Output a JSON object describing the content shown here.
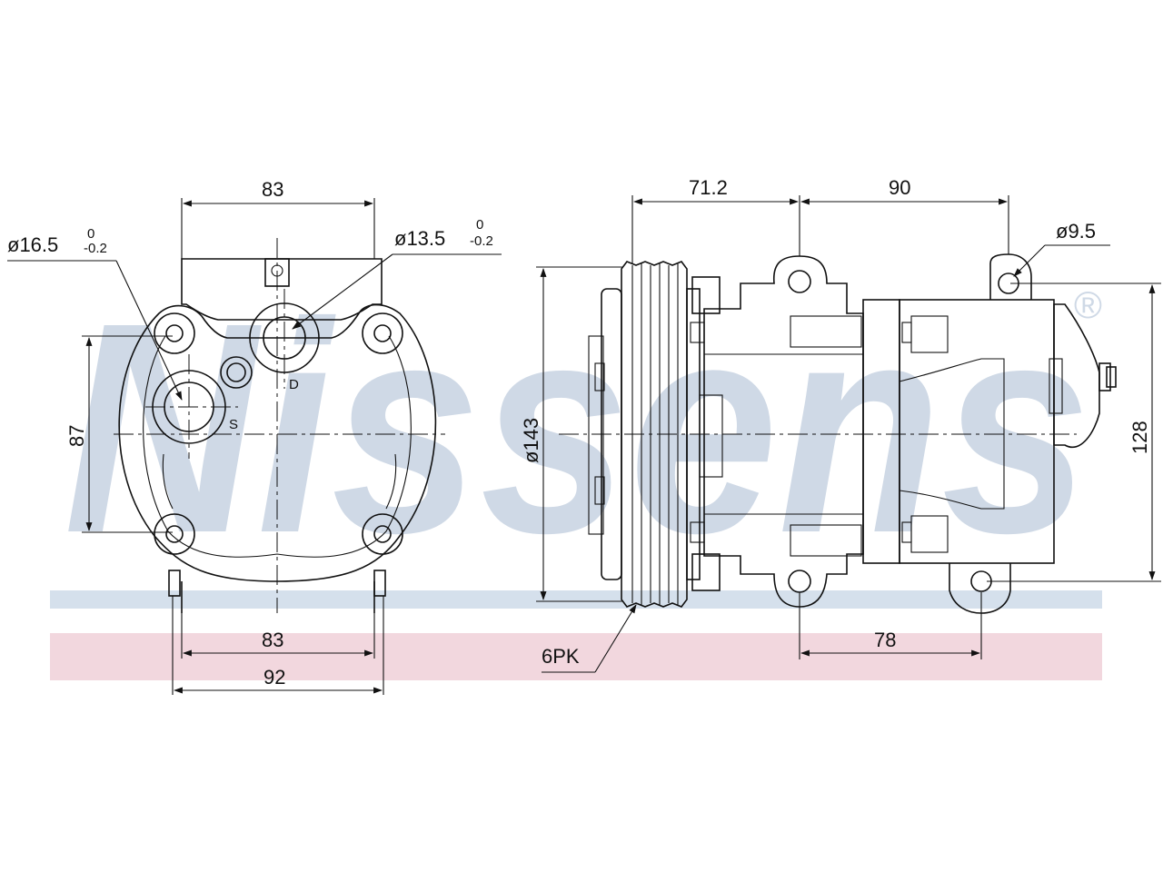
{
  "watermark": {
    "brand": "Nissens",
    "registered_mark": "®"
  },
  "colors": {
    "band_blue": "#d5e0ec",
    "band_pink": "#f2d7de",
    "watermark": "#cfd9e6",
    "line": "#111111"
  },
  "front_view": {
    "top_width": "83",
    "bottom_inner_width": "83",
    "bottom_overall_width": "92",
    "height": "87",
    "port_large": {
      "diameter": "ø16.5",
      "tol_upper": "0",
      "tol_lower": "-0.2"
    },
    "port_small": {
      "diameter": "ø13.5",
      "tol_upper": "0",
      "tol_lower": "-0.2"
    },
    "port_marks": {
      "discharge": "D",
      "suction": "S"
    }
  },
  "side_view": {
    "pulley_to_ear": "71.2",
    "ear_to_ear": "90",
    "mount_hole": "ø9.5",
    "pulley_diameter": "ø143",
    "overall_height": "128",
    "bottom_ear_spacing": "78",
    "belt_type": "6PK"
  }
}
